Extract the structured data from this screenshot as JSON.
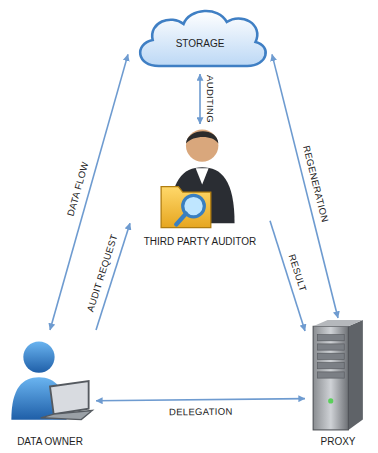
{
  "diagram": {
    "nodes": [
      {
        "text": [
          "STORAGE"
        ]
      },
      {
        "text": [
          "THIRD PARTY AUDITOR"
        ]
      },
      {
        "text": [
          "DATA OWNER"
        ]
      },
      {
        "text": [
          "PROXY"
        ]
      }
    ],
    "edges": [
      {
        "from": 2,
        "to": 0,
        "label": "DATA FLOW",
        "arrow": "both"
      },
      {
        "from": 0,
        "to": 1,
        "label": "AUDITING",
        "arrow": "both"
      },
      {
        "from": 0,
        "to": 3,
        "label": "REGENERATION",
        "arrow": "both"
      },
      {
        "from": 2,
        "to": 1,
        "label": "AUDIT REQUEST",
        "arrow": "to"
      },
      {
        "from": 1,
        "to": 3,
        "label": "RESULT",
        "arrow": "to"
      },
      {
        "from": 2,
        "to": 3,
        "label": "DELEGATION",
        "arrow": "both"
      }
    ]
  }
}
